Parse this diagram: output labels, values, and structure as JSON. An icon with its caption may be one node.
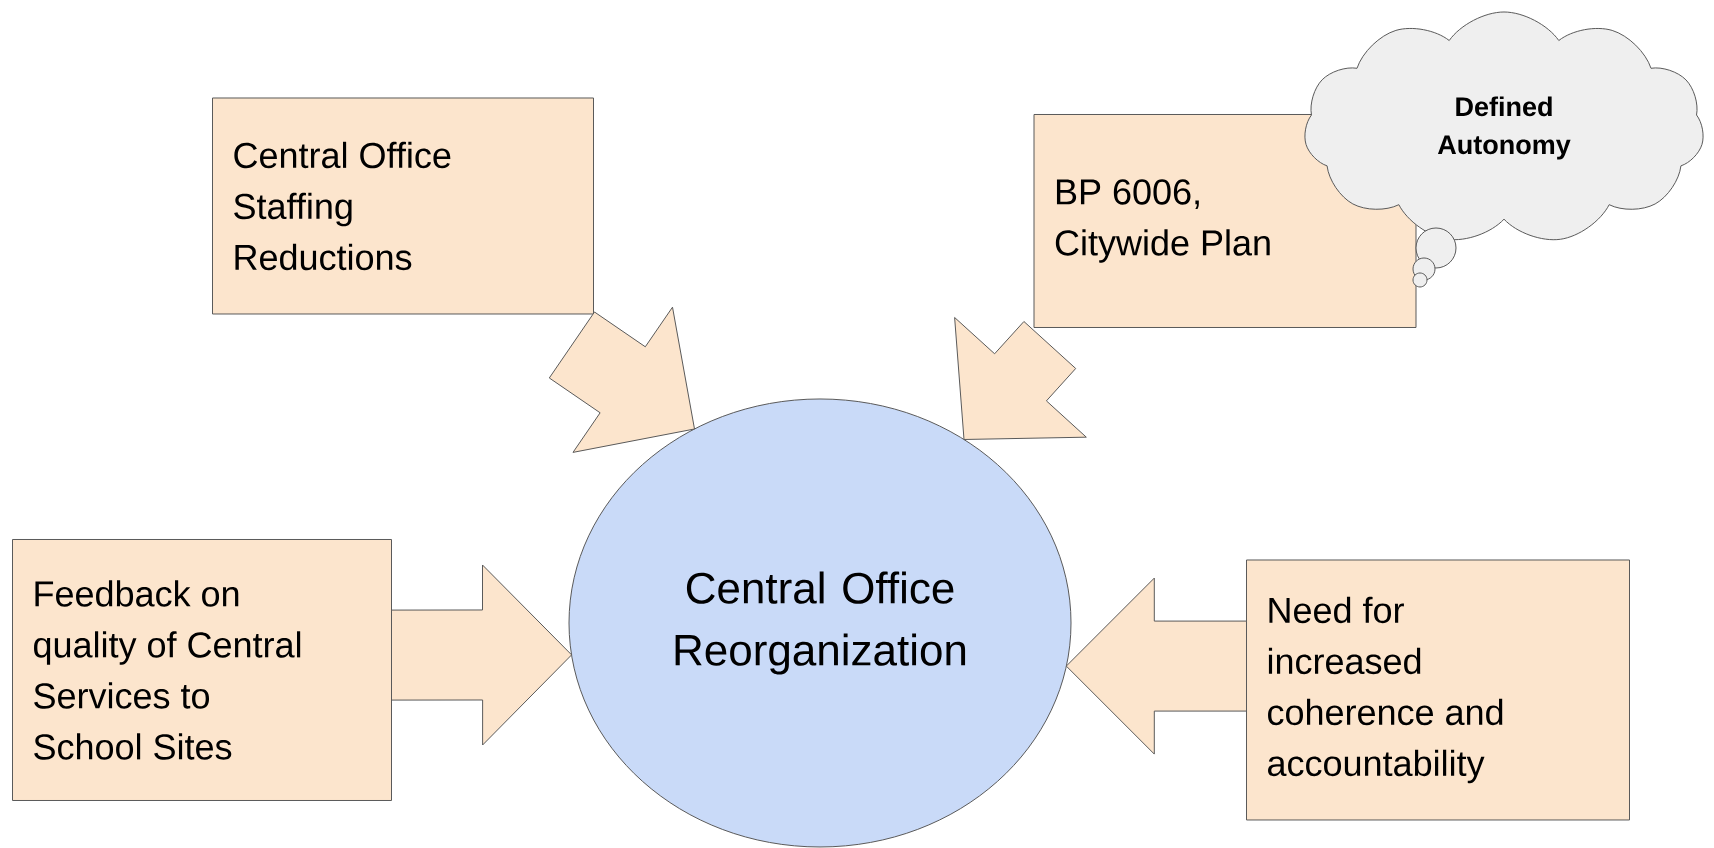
{
  "diagram": {
    "nodes": [
      {
        "text": [
          "Central Office Staffing Reductions"
        ]
      },
      {
        "text": [
          "BP 6006, Citywide Plan"
        ]
      },
      {
        "text": [
          "Defined Autonomy"
        ]
      },
      {
        "text": [
          "Central Office Reorganization"
        ]
      },
      {
        "text": [
          "Feedback on quality of Central Services to School Sites"
        ]
      },
      {
        "text": [
          "Need for increased coherence and accountability"
        ]
      }
    ],
    "edges": [
      {
        "from": 0,
        "to": 3,
        "arrow": "to"
      },
      {
        "from": 1,
        "to": 3,
        "arrow": "to"
      },
      {
        "from": 4,
        "to": 3,
        "arrow": "to"
      },
      {
        "from": 5,
        "to": 3,
        "arrow": "to"
      }
    ]
  }
}
